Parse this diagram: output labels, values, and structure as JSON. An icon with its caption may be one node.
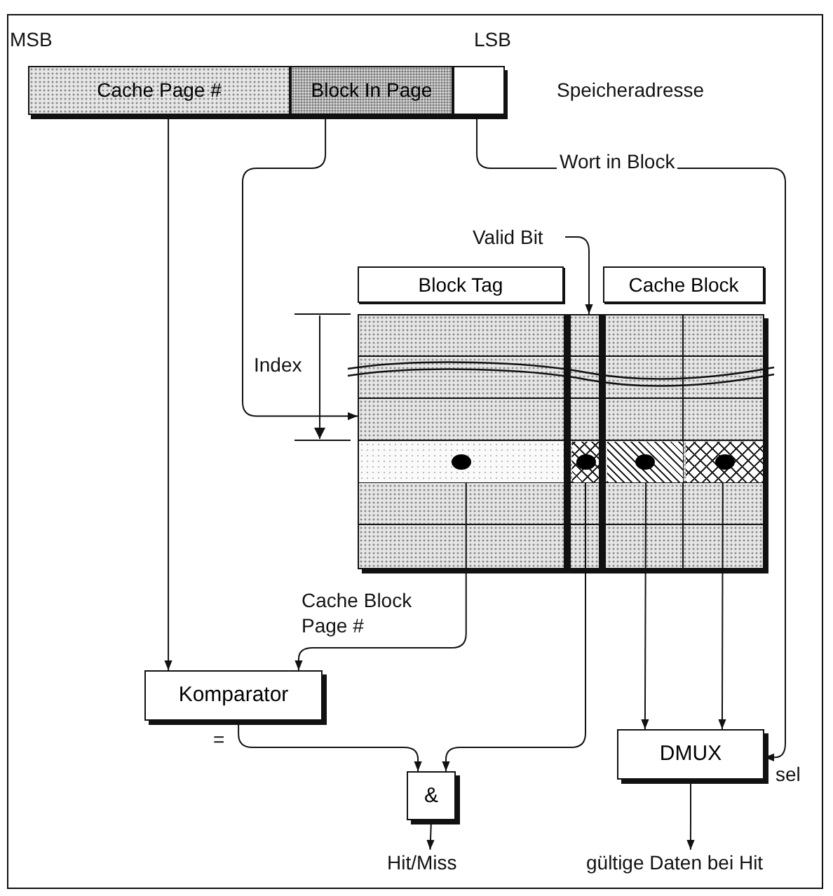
{
  "diagram": {
    "nodes": [
      {
        "text": [
          "Cache Page #"
        ]
      },
      {
        "text": [
          "Block In Page"
        ]
      },
      {
        "text": [],
        "shape": "box"
      },
      {
        "text": [
          "Valid Bit"
        ]
      },
      {
        "text": [
          "Block Tag"
        ]
      },
      {
        "text": [
          "Cache Block"
        ]
      },
      {
        "text": [],
        "shape": "box"
      },
      {
        "text": [],
        "shape": "box",
        "in": 6
      },
      {
        "text": [],
        "shape": "box",
        "in": 6
      },
      {
        "text": [],
        "shape": "box",
        "in": 6
      },
      {
        "text": [],
        "shape": "box",
        "in": 6
      },
      {
        "text": [
          "Komparator"
        ]
      },
      {
        "text": [
          "DMUX"
        ]
      },
      {
        "text": [
          "&"
        ]
      },
      {
        "text": [
          "Hit/Miss"
        ]
      },
      {
        "text": [
          "gültige Daten bei Hit"
        ]
      }
    ],
    "edges": [
      {
        "from": 0,
        "to": 11,
        "arrow": "to"
      },
      {
        "from": 1,
        "to": 6,
        "arrow": "to"
      },
      {
        "from": 2,
        "to": 12,
        "arrow": "to",
        "label": "Wort in Block"
      },
      {
        "from": 3,
        "to": 6,
        "arrow": "to"
      },
      {
        "from": 7,
        "to": 11,
        "arrow": "to",
        "label": "Cache Block Page #"
      },
      {
        "from": 8,
        "to": 13,
        "arrow": "to"
      },
      {
        "from": 9,
        "to": 12,
        "arrow": "to"
      },
      {
        "from": 10,
        "to": 12,
        "arrow": "to"
      },
      {
        "from": 11,
        "to": 13,
        "arrow": "to",
        "label": "="
      },
      {
        "from": 13,
        "to": 14,
        "arrow": "to"
      },
      {
        "from": 12,
        "to": 15,
        "arrow": "to"
      }
    ],
    "labels": [
      "MSB",
      "LSB",
      "Speicheradresse",
      "Index",
      "sel"
    ]
  }
}
